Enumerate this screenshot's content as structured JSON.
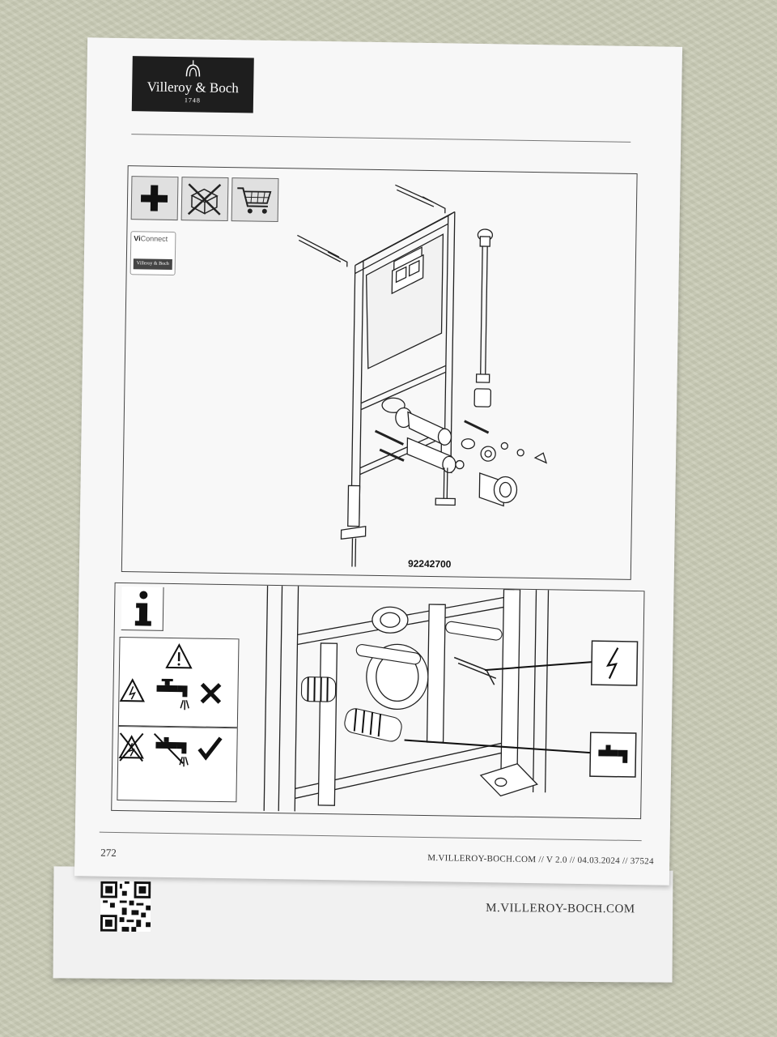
{
  "brand": {
    "name": "Villeroy & Boch",
    "founded": "1748"
  },
  "icons": {
    "row": [
      "plus-icon",
      "crossed-box-icon",
      "shopping-cart-icon"
    ],
    "viconnect_title_bold": "Vi",
    "viconnect_title_rest": "Connect",
    "viconnect_badge": "Villeroy & Boch"
  },
  "installation_diagram": {
    "article_number": "92242700"
  },
  "info_panel": {
    "icons": [
      "info-icon",
      "warning-icon",
      "electric-hazard-icon",
      "water-tap-icon",
      "cross-icon",
      "check-icon"
    ]
  },
  "footer": {
    "page_number": "272",
    "reference": "M.VILLEROY-BOCH.COM // V 2.0 // 04.03.2024 // 37524"
  },
  "back_booklet": {
    "url": "M.VILLEROY-BOCH.COM"
  },
  "colors": {
    "background": "#c9cbb6",
    "paper": "#f7f7f7",
    "logo_bg": "#1e1e1e"
  }
}
